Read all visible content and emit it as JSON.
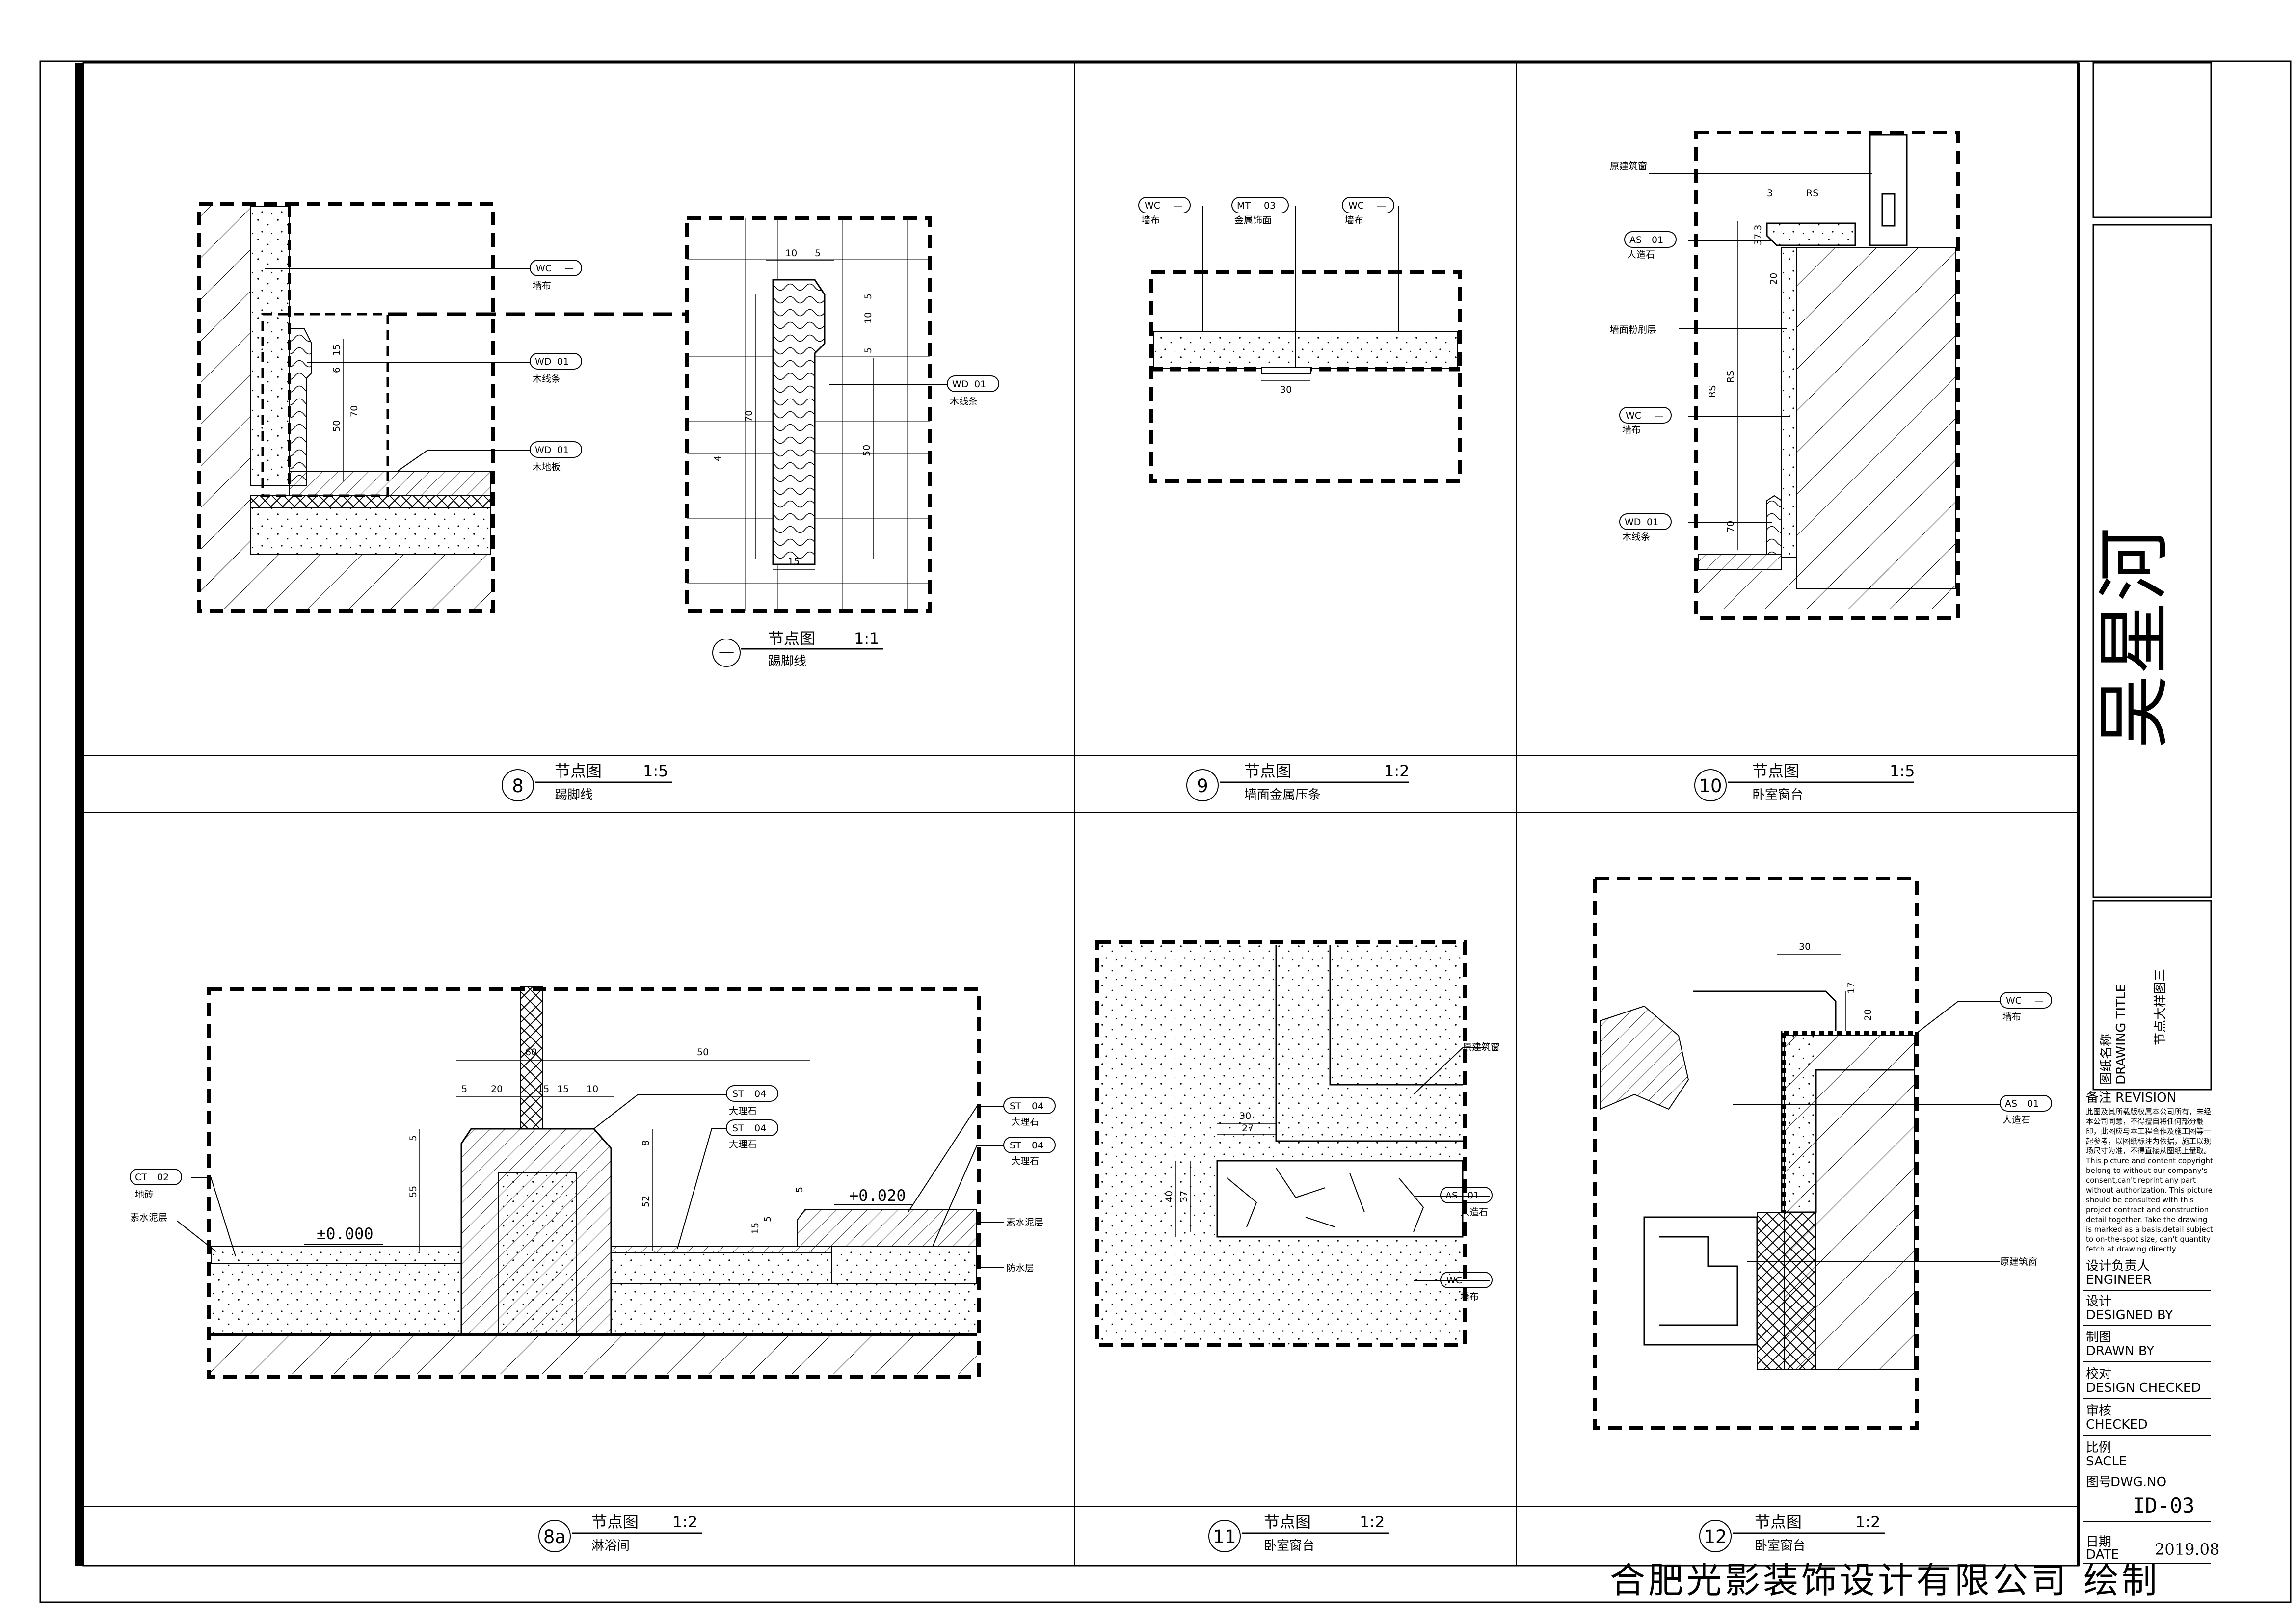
{
  "project_name": "吴星河",
  "company_signature": "合肥光影装饰设计有限公司 绘制",
  "title_block": {
    "drawing_title_label_cn": "图纸名称",
    "drawing_title_label_en": "DRAWING TITLE",
    "drawing_title": "节点大样图三",
    "revision_label_cn": "备注",
    "revision_label_en": "REVISION",
    "revision_note_cn": "此图及其所载版权属本公司所有，未经本公司同意，不得擅自将任何部分翻印，此图应与本工程合作及施工图等一起参考，以图纸标注为依据，施工以现场尺寸为准，不得直接从图纸上量取。",
    "revision_note_en": "This picture and content copyright belong to without our company's consent,can't reprint any part without authorization. This picture should be consulted with this project contract and construction detail together. Take the drawing is marked as a basis,detail subject to on-the-spot size, can't quantity fetch at drawing directly.",
    "engineer_cn": "设计负责人",
    "engineer_en": "ENGINEER",
    "designed_cn": "设计",
    "designed_en": "DESIGNED BY",
    "drawn_cn": "制图",
    "drawn_en": "DRAWN BY",
    "design_checked_cn": "校对",
    "design_checked_en": "DESIGN CHECKED",
    "checked_cn": "审核",
    "checked_en": "CHECKED",
    "scale_cn": "比例",
    "scale_en": "SACLE",
    "dwg_no_cn": "图号",
    "dwg_no_en": "DWG.NO",
    "dwg_no": "ID-03",
    "date_cn": "日期",
    "date_en": "DATE",
    "date": "2019.08"
  },
  "common": {
    "node_label": "节点图",
    "wc": "WC",
    "wc_suffix": "—",
    "wall_cloth": "墙布",
    "wd": "WD",
    "wd_code": "01",
    "wood_strip": "木线条",
    "wood_floor": "木地板",
    "as": "AS",
    "as_code": "01",
    "artificial_stone": "人造石",
    "original_window": "原建筑窗",
    "st": "ST",
    "st_code": "04",
    "marble": "大理石"
  },
  "panels": [
    {
      "number": "8",
      "scale": "1:5",
      "name": "踢脚线"
    },
    {
      "number": "9",
      "scale": "1:2",
      "name": "墙面金属压条"
    },
    {
      "number": "10",
      "scale": "1:5",
      "name": "卧室窗台"
    },
    {
      "number": "8a",
      "scale": "1:2",
      "name": "淋浴间"
    },
    {
      "number": "11",
      "scale": "1:2",
      "name": "卧室窗台"
    },
    {
      "number": "12",
      "scale": "1:2",
      "name": "卧室窗台"
    }
  ],
  "detail8": {
    "dims": [
      "15",
      "6",
      "70",
      "50"
    ],
    "sub_number": "一",
    "sub_scale": "1:1",
    "sub_name": "踢脚线",
    "sub_dims": [
      "10",
      "5",
      "5",
      "10",
      "5",
      "70",
      "4",
      "50",
      "15"
    ]
  },
  "detail9": {
    "mt": "MT",
    "mt_code": "03",
    "metal_trim": "金属饰面",
    "dim": "30"
  },
  "detail10": {
    "dims": [
      "3",
      "RS",
      "37.3",
      "20",
      "RS",
      "RS",
      "70"
    ],
    "wall_paint": "墙面粉刷层"
  },
  "detail8a": {
    "dims": [
      "60",
      "50",
      "5",
      "20",
      "15",
      "15",
      "10",
      "5",
      "55",
      "8",
      "52",
      "5",
      "15",
      "5"
    ],
    "ct": "CT",
    "ct_code": "02",
    "floor_tile": "地砖",
    "cement_mortar": "素水泥层",
    "waterproof": "防水层",
    "level_a": "±0.000",
    "level_b": "+0.020"
  },
  "detail11": {
    "dims": [
      "30",
      "27",
      "40",
      "37"
    ]
  },
  "detail12": {
    "dims": [
      "30",
      "17",
      "20"
    ]
  }
}
